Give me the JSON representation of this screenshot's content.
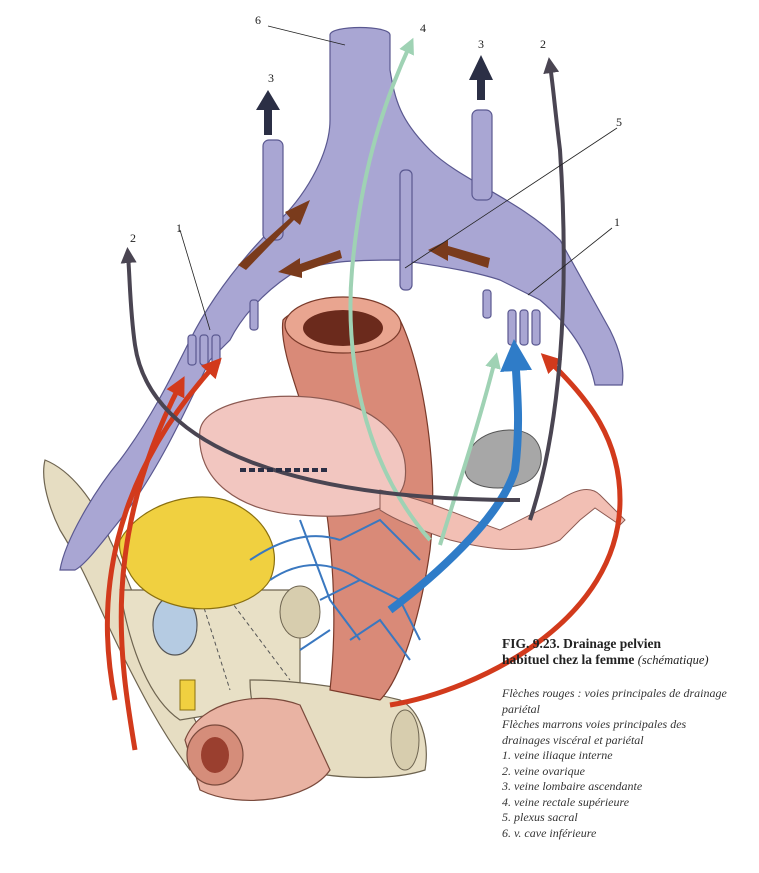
{
  "figure": {
    "title_line1": "FIG. 9.23. Drainage pelvien",
    "title_line2": "habituel chez la femme",
    "title_sub": "(schématique)"
  },
  "legend": {
    "red_arrows_1": "Flèches rouges : voies principales de drainage",
    "red_arrows_2": "pariétal",
    "brown_arrows_1": "Flèches marrons  voies principales des",
    "brown_arrows_2": "drainages viscéral et pariétal",
    "items": [
      "1. veine iliaque interne",
      "2. veine ovarique",
      "3. veine lombaire ascendante",
      "4. veine rectale supérieure",
      "5. plexus sacral",
      "6. v. cave inférieure"
    ]
  },
  "callouts": {
    "n1": "1",
    "n2": "2",
    "n3": "3",
    "n4": "4",
    "n5": "5",
    "n6": "6"
  },
  "colors": {
    "vein": "#a9a6d3",
    "red_arrow": "#d23a1c",
    "brown_arrow": "#7a3b1c",
    "dark_arrow": "#2b2f45",
    "rectum": "#d98a78",
    "bladder": "#f2c6c0",
    "uterus": "#f0d040",
    "ureter": "#3a78c0",
    "rectal_vein": "#bfe0c8",
    "ovary": "#9c9c9c",
    "bone": "#e6ddc2"
  }
}
